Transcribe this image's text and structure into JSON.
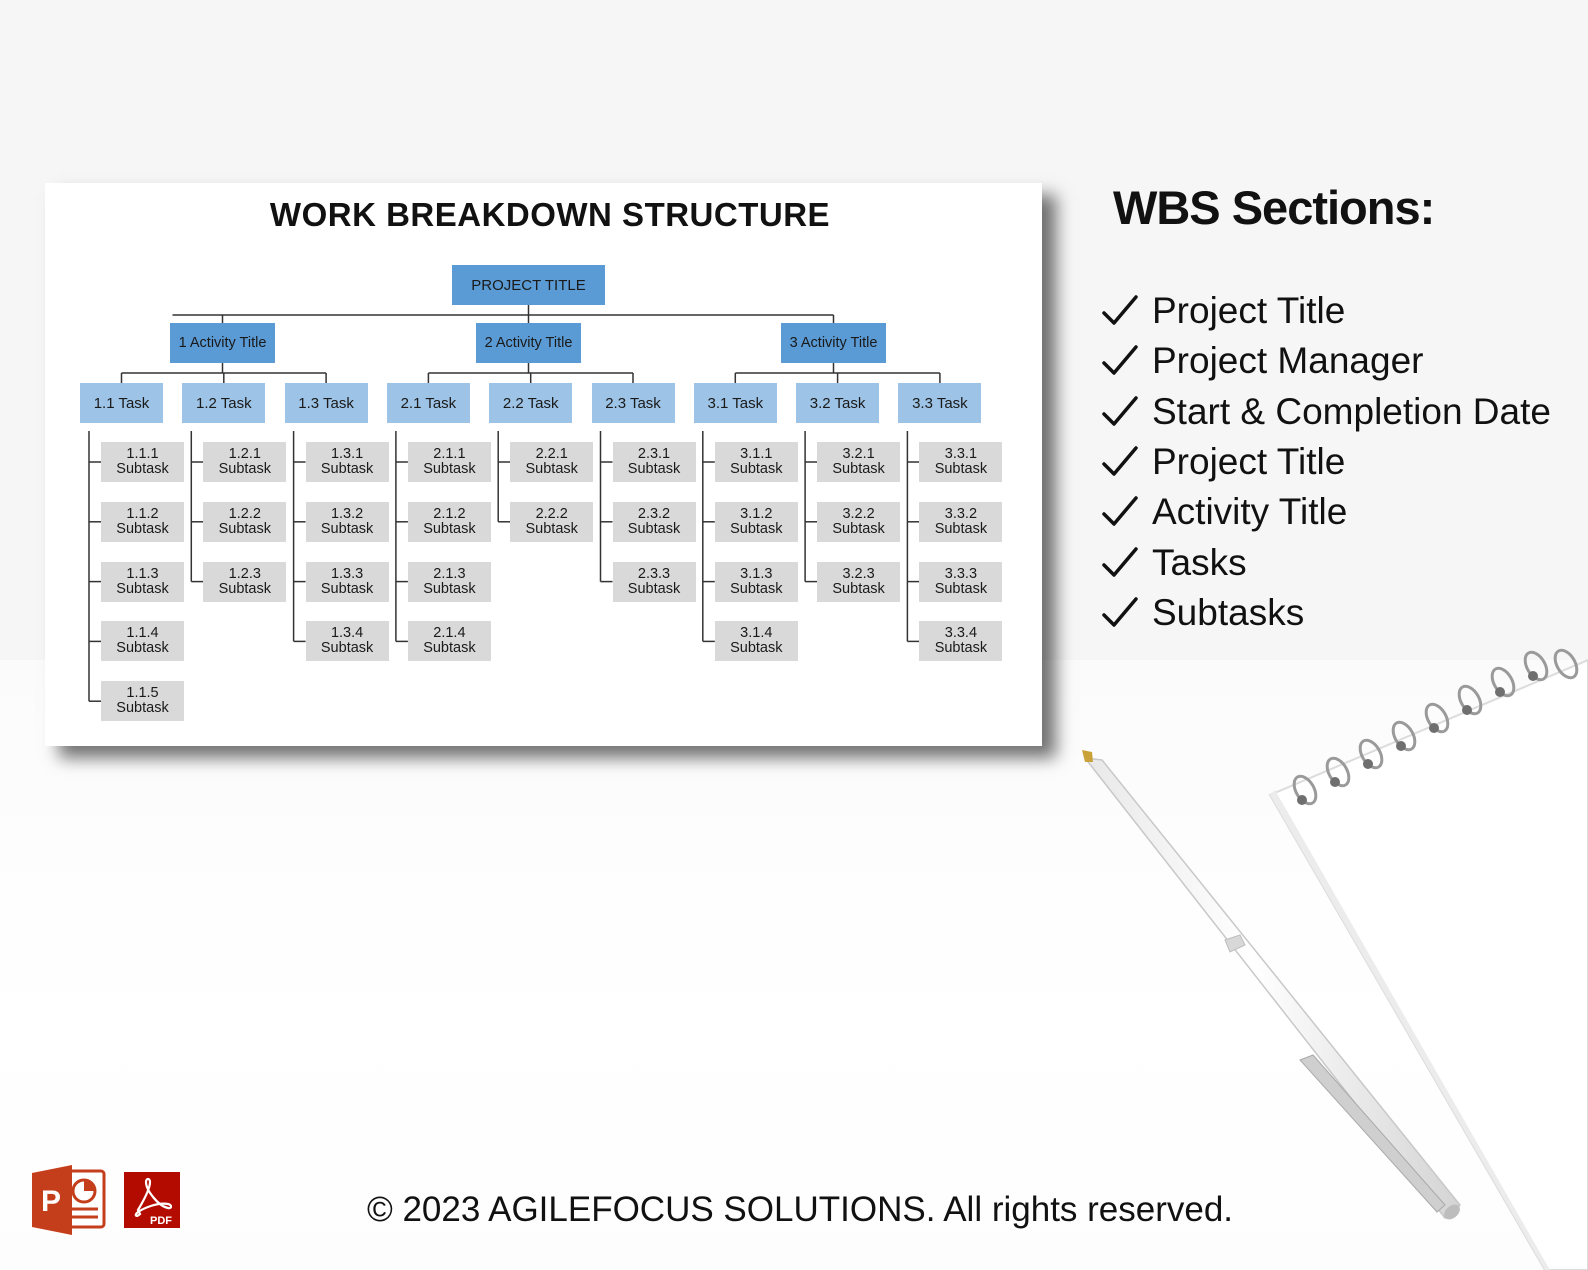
{
  "document": {
    "title": "WORK BREAKDOWN STRUCTURE",
    "project": "PROJECT TITLE",
    "activities": [
      {
        "label": "1 Activity Title",
        "tasks": [
          {
            "label": "1.1 Task",
            "subtasks": [
              [
                "1.1.1",
                "Subtask"
              ],
              [
                "1.1.2",
                "Subtask"
              ],
              [
                "1.1.3",
                "Subtask"
              ],
              [
                "1.1.4",
                "Subtask"
              ],
              [
                "1.1.5",
                "Subtask"
              ]
            ]
          },
          {
            "label": "1.2 Task",
            "subtasks": [
              [
                "1.2.1",
                "Subtask"
              ],
              [
                "1.2.2",
                "Subtask"
              ],
              [
                "1.2.3",
                "Subtask"
              ]
            ]
          },
          {
            "label": "1.3 Task",
            "subtasks": [
              [
                "1.3.1",
                "Subtask"
              ],
              [
                "1.3.2",
                "Subtask"
              ],
              [
                "1.3.3",
                "Subtask"
              ],
              [
                "1.3.4",
                "Subtask"
              ]
            ]
          }
        ]
      },
      {
        "label": "2 Activity Title",
        "tasks": [
          {
            "label": "2.1 Task",
            "subtasks": [
              [
                "2.1.1",
                "Subtask"
              ],
              [
                "2.1.2",
                "Subtask"
              ],
              [
                "2.1.3",
                "Subtask"
              ],
              [
                "2.1.4",
                "Subtask"
              ]
            ]
          },
          {
            "label": "2.2 Task",
            "subtasks": [
              [
                "2.2.1",
                "Subtask"
              ],
              [
                "2.2.2",
                "Subtask"
              ]
            ]
          },
          {
            "label": "2.3 Task",
            "subtasks": [
              [
                "2.3.1",
                "Subtask"
              ],
              [
                "2.3.2",
                "Subtask"
              ],
              [
                "2.3.3",
                "Subtask"
              ]
            ]
          }
        ]
      },
      {
        "label": "3 Activity Title",
        "tasks": [
          {
            "label": "3.1 Task",
            "subtasks": [
              [
                "3.1.1",
                "Subtask"
              ],
              [
                "3.1.2",
                "Subtask"
              ],
              [
                "3.1.3",
                "Subtask"
              ],
              [
                "3.1.4",
                "Subtask"
              ]
            ]
          },
          {
            "label": "3.2 Task",
            "subtasks": [
              [
                "3.2.1",
                "Subtask"
              ],
              [
                "3.2.2",
                "Subtask"
              ],
              [
                "3.2.3",
                "Subtask"
              ]
            ]
          },
          {
            "label": "3.3 Task",
            "subtasks": [
              [
                "3.3.1",
                "Subtask"
              ],
              [
                "3.3.2",
                "Subtask"
              ],
              [
                "3.3.3",
                "Subtask"
              ],
              [
                "3.3.4",
                "Subtask"
              ]
            ]
          }
        ]
      }
    ]
  },
  "sections": {
    "title": "WBS Sections:",
    "items": [
      "Project Title",
      "Project Manager",
      "Start & Completion Date",
      "Project Title",
      "Activity Title",
      "Tasks",
      "Subtasks"
    ]
  },
  "footer": {
    "copyright": "© 2023 AGILEFOCUS SOLUTIONS. All rights reserved."
  },
  "icons": {
    "powerpoint": "powerpoint-icon",
    "pdf": "pdf-icon"
  },
  "colors": {
    "project_box": "#5b9bd5",
    "activity_box": "#5b9bd5",
    "task_box": "#9dc3e6",
    "subtask_box": "#d9d9d9",
    "powerpoint": "#c43e1c",
    "pdf": "#b30b00"
  }
}
